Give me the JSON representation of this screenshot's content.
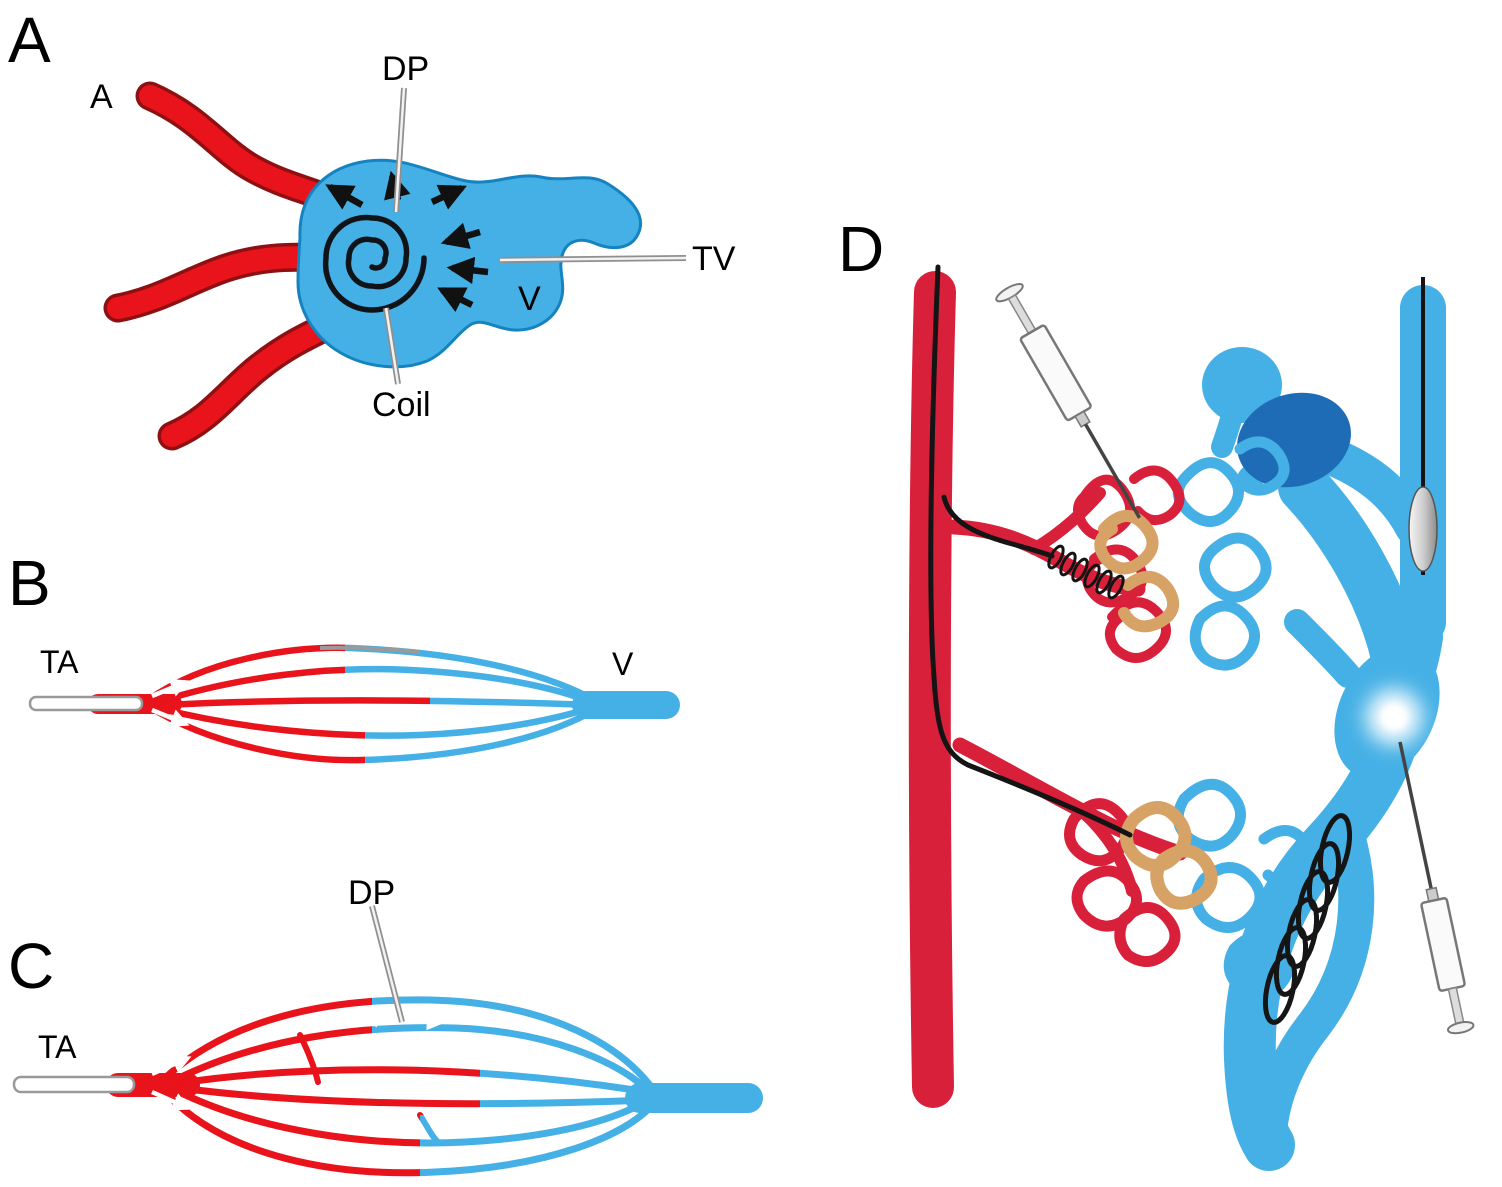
{
  "colors": {
    "artery_red": "#e8131b",
    "artery_crimson": "#d9203b",
    "vein_blue": "#45b0e5",
    "vein_dark_blue": "#1f6cb6",
    "embolic_tan": "#d7a265",
    "catheter_black": "#141414",
    "pointer_gray": "#8f8f8f"
  },
  "panels": {
    "a": {
      "letter": "A",
      "labels": {
        "artery": "A",
        "direct_puncture": "DP",
        "transvenous": "TV",
        "vein": "V",
        "coil": "Coil"
      }
    },
    "b": {
      "letter": "B",
      "labels": {
        "transarterial": "TA",
        "vein": "V"
      }
    },
    "c": {
      "letter": "C",
      "labels": {
        "direct_puncture": "DP",
        "transarterial": "TA"
      }
    },
    "d": {
      "letter": "D"
    }
  }
}
